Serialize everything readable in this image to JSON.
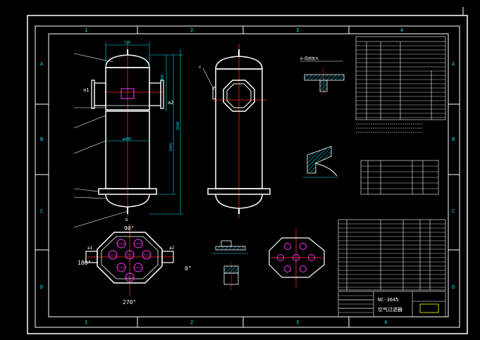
{
  "colors": {
    "background": "#000000",
    "frame": "#ffffff",
    "dim": "#00e5ff",
    "center": "#ff2a2a",
    "part": "#ffffff",
    "hatch": "#00e5ff",
    "magenta": "#ff33ff",
    "green": "#33ff33",
    "yellow": "#ffff00"
  },
  "frame": {
    "columns": [
      "1",
      "2",
      "3",
      "4"
    ],
    "rows": [
      "A",
      "B",
      "C",
      "D"
    ]
  },
  "front_view": {
    "dims": [
      "720",
      "1350",
      "1665",
      "2690"
    ],
    "inlet_label": "a1",
    "outlet_label": "a2",
    "pipe_label": "φ406",
    "bottom_label": "b"
  },
  "side_view": {
    "leader_label": "c"
  },
  "plan_view": {
    "angles": [
      "90°",
      "180°",
      "0°",
      "270°"
    ],
    "inlet_label": "a1",
    "outlet_label": "a2"
  },
  "detail_a": {
    "title": "A—局部放大"
  },
  "title_block": {
    "drawing_no": "NC-3645",
    "name": "空气过滤器"
  }
}
